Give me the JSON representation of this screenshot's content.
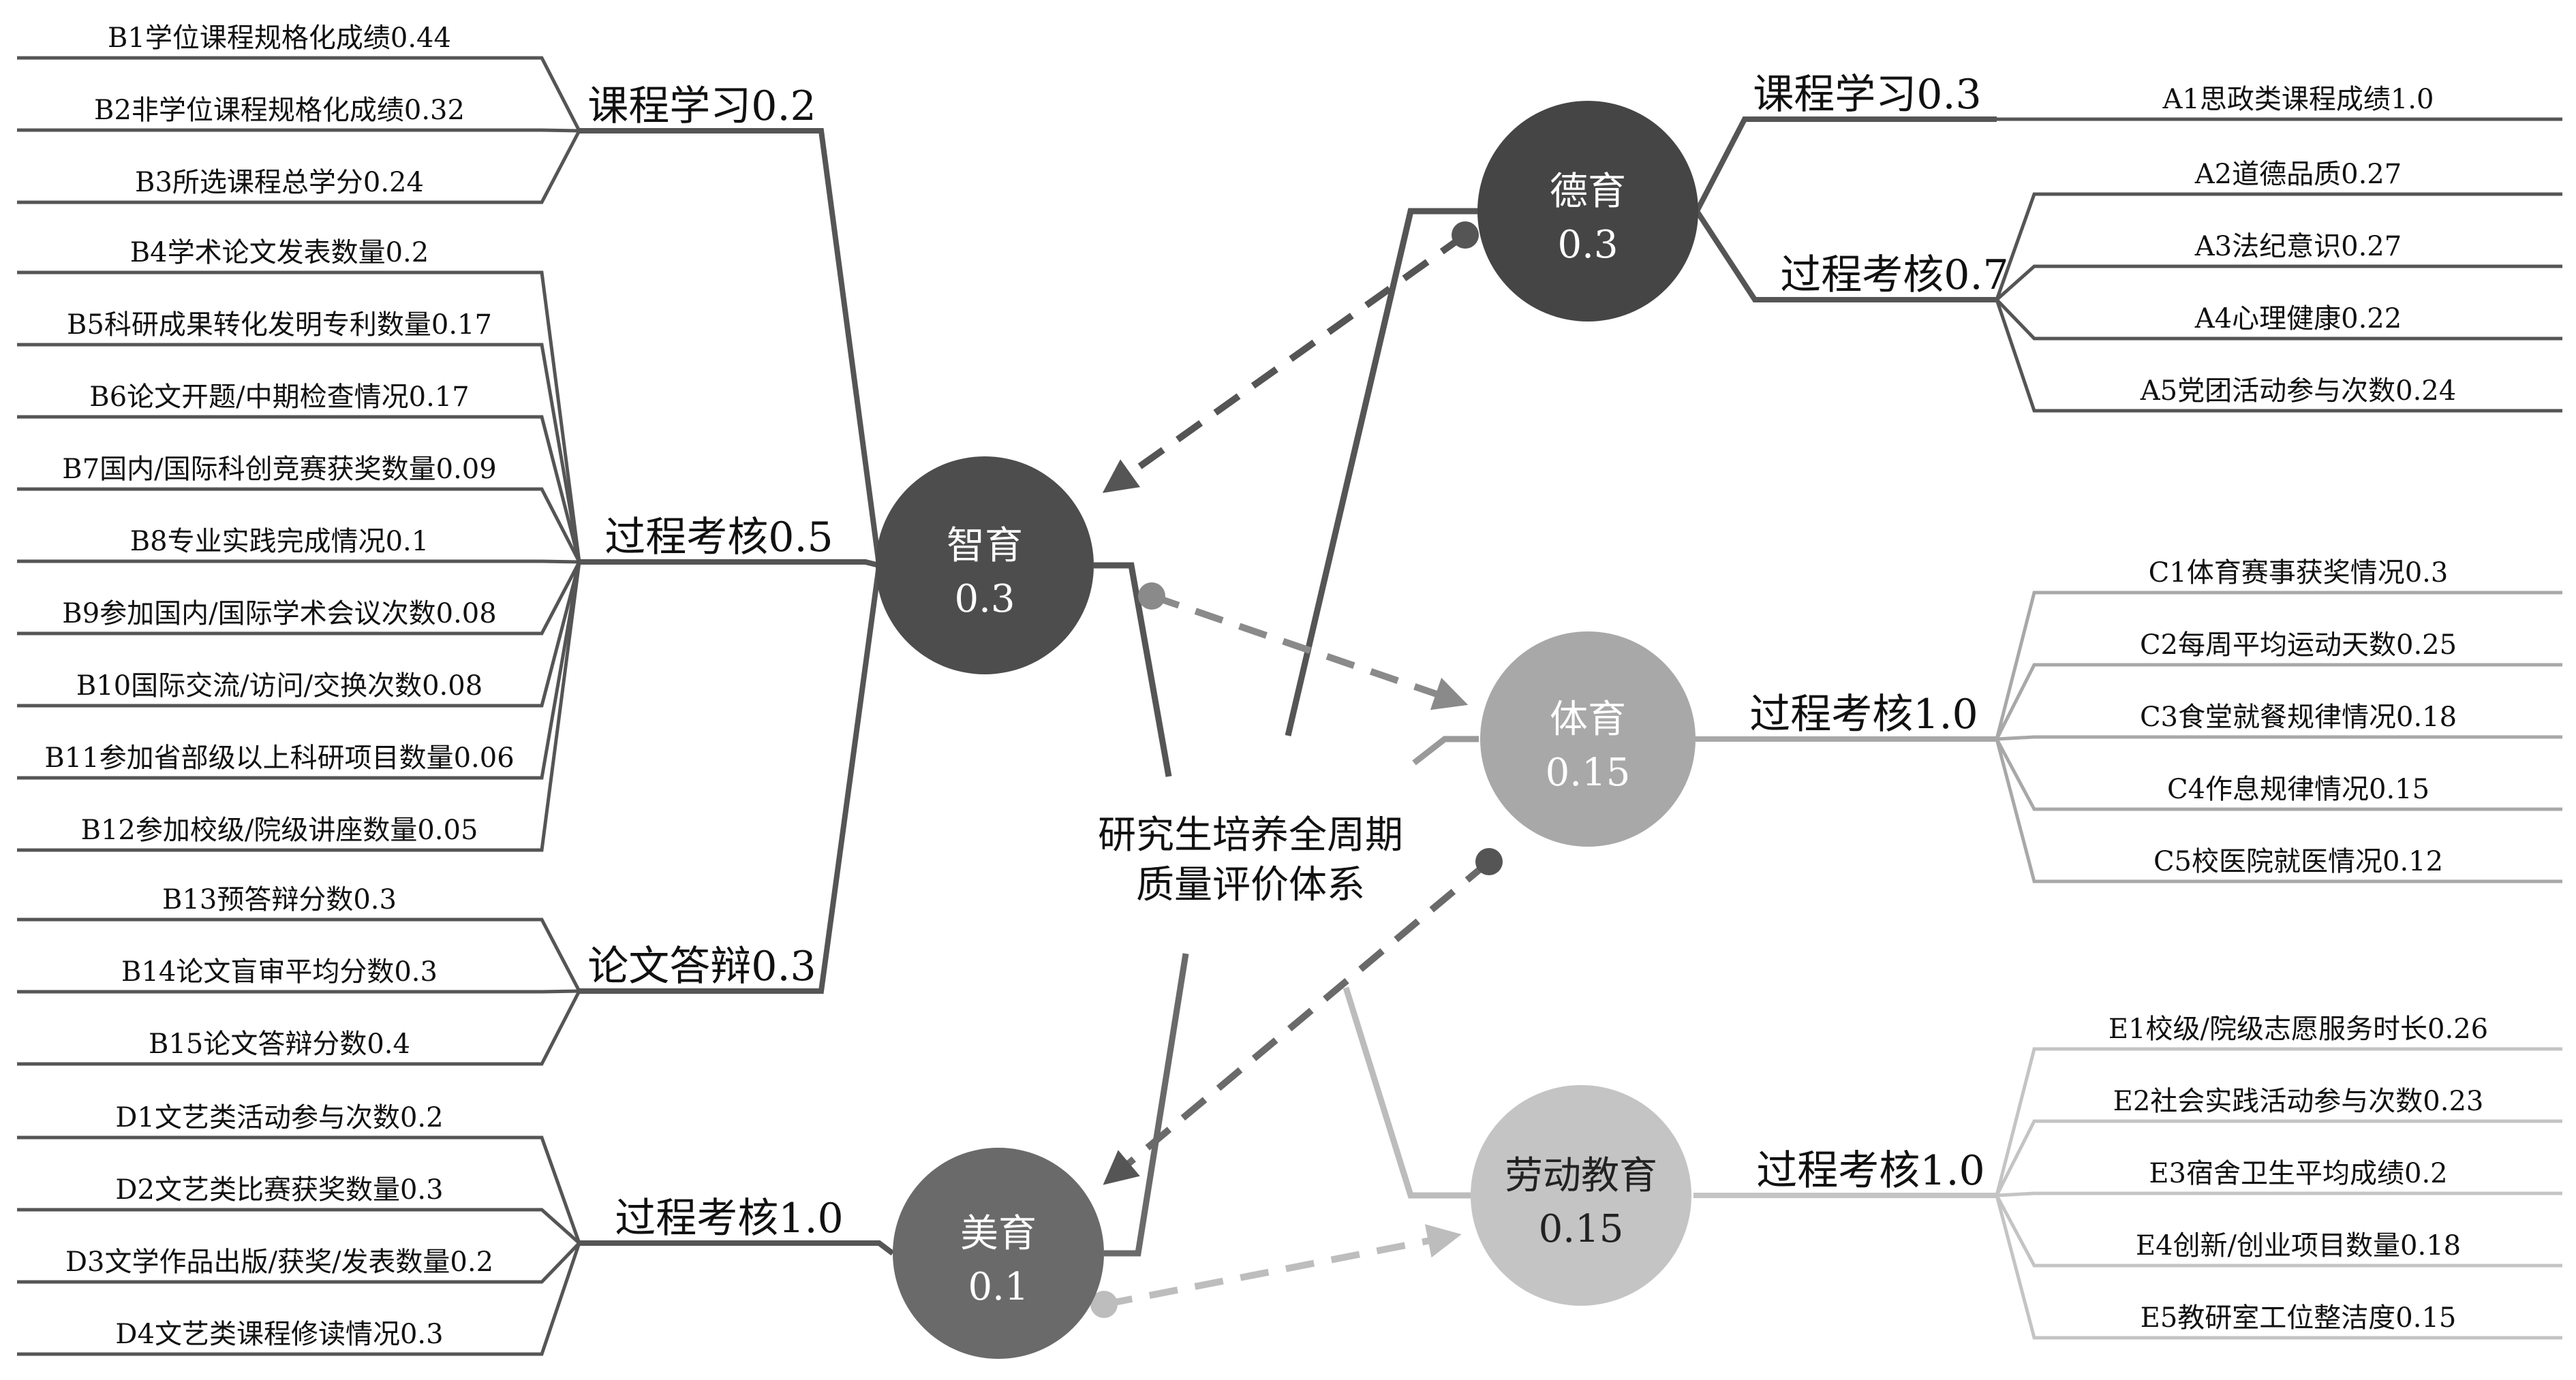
{
  "center": {
    "line1": "研究生培养全周期",
    "line2": "质量评价体系"
  },
  "hubs": {
    "deyu": {
      "name": "德育",
      "weight": "0.3",
      "color": "#454545"
    },
    "zhiyu": {
      "name": "智育",
      "weight": "0.3",
      "color": "#4d4d4d"
    },
    "tiyu": {
      "name": "体育",
      "weight": "0.15",
      "color": "#a8a8a8"
    },
    "laodong": {
      "name": "劳动教育",
      "weight": "0.15",
      "color": "#c4c4c4"
    },
    "meiyu": {
      "name": "美育",
      "weight": "0.1",
      "color": "#6a6a6a"
    }
  },
  "deyu": {
    "kecheng": {
      "label": "课程学习0.3",
      "items": [
        "A1思政类课程成绩1.0"
      ]
    },
    "guocheng": {
      "label": "过程考核0.7",
      "items": [
        "A2道德品质0.27",
        "A3法纪意识0.27",
        "A4心理健康0.22",
        "A5党团活动参与次数0.24"
      ]
    }
  },
  "zhiyu": {
    "kecheng": {
      "label": "课程学习0.2",
      "items": [
        "B1学位课程规格化成绩0.44",
        "B2非学位课程规格化成绩0.32",
        "B3所选课程总学分0.24"
      ]
    },
    "guocheng": {
      "label": "过程考核0.5",
      "items": [
        "B4学术论文发表数量0.2",
        "B5科研成果转化发明专利数量0.17",
        "B6论文开题/中期检查情况0.17",
        "B7国内/国际科创竞赛获奖数量0.09",
        "B8专业实践完成情况0.1",
        "B9参加国内/国际学术会议次数0.08",
        "B10国际交流/访问/交换次数0.08",
        "B11参加省部级以上科研项目数量0.06",
        "B12参加校级/院级讲座数量0.05"
      ]
    },
    "lunwen": {
      "label": "论文答辩0.3",
      "items": [
        "B13预答辩分数0.3",
        "B14论文盲审平均分数0.3",
        "B15论文答辩分数0.4"
      ]
    }
  },
  "tiyu": {
    "guocheng": {
      "label": "过程考核1.0",
      "items": [
        "C1体育赛事获奖情况0.3",
        "C2每周平均运动天数0.25",
        "C3食堂就餐规律情况0.18",
        "C4作息规律情况0.15",
        "C5校医院就医情况0.12"
      ]
    }
  },
  "laodong": {
    "guocheng": {
      "label": "过程考核1.0",
      "items": [
        "E1校级/院级志愿服务时长0.26",
        "E2社会实践活动参与次数0.23",
        "E3宿舍卫生平均成绩0.2",
        "E4创新/创业项目数量0.18",
        "E5教研室工位整洁度0.15"
      ]
    }
  },
  "meiyu": {
    "guocheng": {
      "label": "过程考核1.0",
      "items": [
        "D1文艺类活动参与次数0.2",
        "D2文艺类比赛获奖数量0.3",
        "D3文学作品出版/获奖/发表数量0.2",
        "D4文艺类课程修读情况0.3"
      ]
    }
  }
}
